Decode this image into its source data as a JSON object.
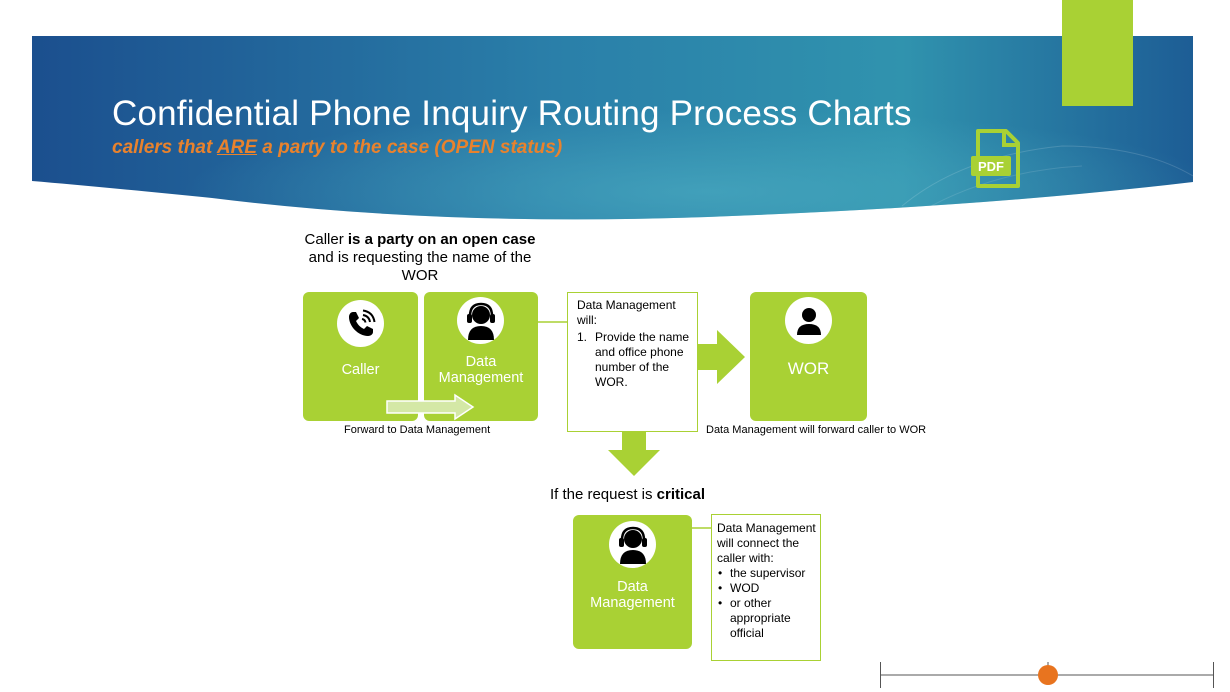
{
  "header": {
    "title": "Confidential Phone Inquiry Routing Process Charts",
    "subtitle_pre": "callers that ",
    "subtitle_emph": "ARE",
    "subtitle_post": " a party to the case (OPEN status)",
    "pdf_label": "PDF"
  },
  "colors": {
    "accent_green": "#a9d134",
    "banner_dark": "#1a4f8c",
    "banner_teal": "#2e8fa8",
    "subtitle_orange": "#e8822d",
    "slider_orange": "#e8741f"
  },
  "scenario_top": {
    "heading_pre": "Caller ",
    "heading_bold": "is a party on an open case",
    "heading_post": " and is requesting the name of the WOR",
    "caller_label": "Caller",
    "caller_icon": "phone-icon",
    "dm_label": "Data Management",
    "dm_icon": "headset-person-icon",
    "forward_caption": "Forward to Data Management",
    "dm_text_intro": "Data Management will:",
    "dm_step_1": "Provide the name and office phone number of the WOR.",
    "wor_label": "WOR",
    "wor_icon": "person-icon",
    "wor_caption": "Data Management will forward caller  to WOR"
  },
  "scenario_critical": {
    "heading_pre": "If the request is ",
    "heading_bold": "critical",
    "dm_label": "Data Management",
    "dm_icon": "headset-person-icon",
    "text_intro": "Data Management will connect the caller with:",
    "bullets": [
      "the supervisor",
      " WOD",
      "or other appropriate official"
    ]
  }
}
